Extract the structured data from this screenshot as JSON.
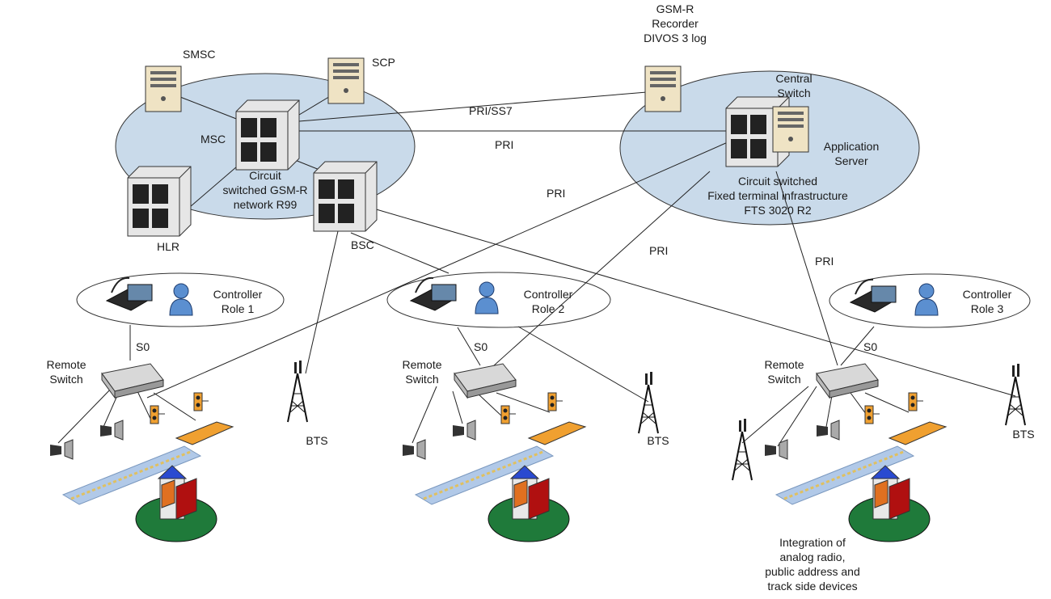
{
  "labels": {
    "smsc": "SMSC",
    "scp": "SCP",
    "msc": "MSC",
    "hlr": "HLR",
    "bsc": "BSC",
    "gsm_network_1": "Circuit",
    "gsm_network_2": "switched GSM-R",
    "gsm_network_3": "network R99",
    "recorder_1": "GSM-R",
    "recorder_2": "Recorder",
    "recorder_3": "DIVOS 3 log",
    "central_switch_1": "Central",
    "central_switch_2": "Switch",
    "app_server_1": "Application",
    "app_server_2": "Server",
    "fts_1": "Circuit switched",
    "fts_2": "Fixed terminal infrastructure",
    "fts_3": "FTS 3020 R2",
    "pri_ss7": "PRI/SS7",
    "pri": "PRI",
    "controller_1_a": "Controller",
    "controller_1_b": "Role 1",
    "controller_2_a": "Controller",
    "controller_2_b": "Role 2",
    "controller_3_a": "Controller",
    "controller_3_b": "Role 3",
    "s0": "S0",
    "remote_switch_a": "Remote",
    "remote_switch_b": "Switch",
    "bts": "BTS",
    "integration_1": "Integration of",
    "integration_2": "analog radio,",
    "integration_3": "public address and",
    "integration_4": "track side devices"
  },
  "colors": {
    "cloud_fill": "#c9daea",
    "switch_body": "#e6e6e6",
    "server_body": "#efe3c4",
    "person_fill": "#5b8fd0",
    "train_orange": "#f0a030",
    "station_green": "#1f7a3a",
    "signal_orange": "#f0a030"
  }
}
